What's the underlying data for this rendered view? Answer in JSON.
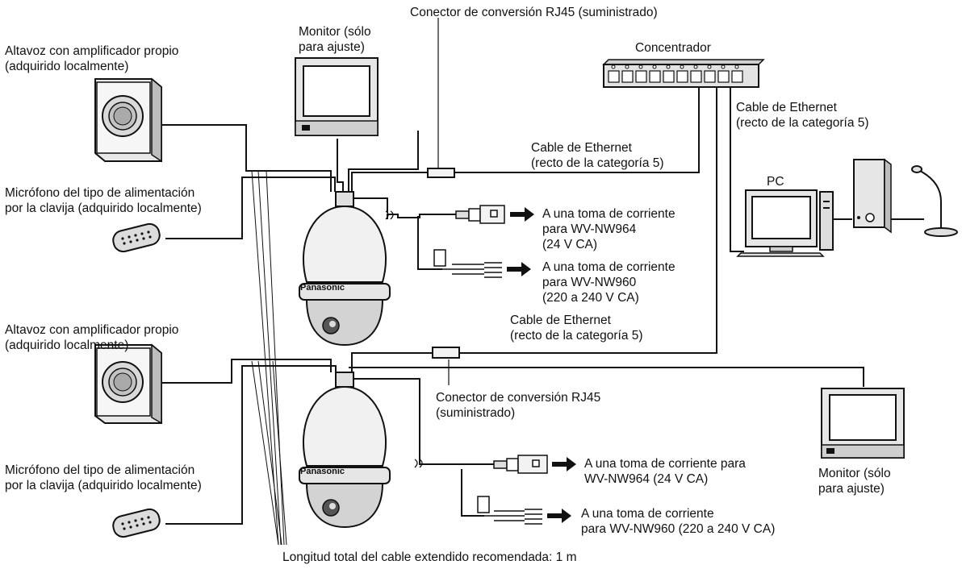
{
  "labels": {
    "rj45_top": "Conector de conversión RJ45 (suministrado)",
    "monitor_top": [
      "Monitor (sólo",
      "para ajuste)"
    ],
    "speaker_top": [
      "Altavoz con amplificador propio",
      "(adquirido localmente)"
    ],
    "hub": "Concentrador",
    "ethernet_hub_pc": [
      "Cable de Ethernet",
      "(recto de la categoría 5)"
    ],
    "ethernet_top": [
      "Cable de Ethernet",
      "(recto de la categoría 5)"
    ],
    "mic_top": [
      "Micrófono del tipo de alimentación",
      "por la clavija (adquirido localmente)"
    ],
    "pc": "PC",
    "power_nw964_top": [
      "A una toma de corriente",
      "para WV-NW964",
      "(24 V CA)"
    ],
    "power_nw960_top": [
      "A una toma de corriente",
      "para WV-NW960",
      "(220 a 240 V CA)"
    ],
    "ethernet_bottom": [
      "Cable de Ethernet",
      "(recto de la categoría 5)"
    ],
    "speaker_bottom": [
      "Altavoz con amplificador propio",
      "(adquirido localmente)"
    ],
    "rj45_bottom": [
      "Conector de conversión RJ45",
      "(suministrado)"
    ],
    "mic_bottom": [
      "Micrófono del tipo de alimentación",
      "por la clavija (adquirido localmente)"
    ],
    "power_nw964_bottom": [
      "A una toma de corriente para",
      "WV-NW964 (24 V CA)"
    ],
    "power_nw960_bottom": [
      "A una toma de corriente",
      "para WV-NW960 (220 a 240 V CA)"
    ],
    "monitor_bottom": [
      "Monitor (sólo",
      "para ajuste)"
    ],
    "cable_length": "Longitud total del cable extendido recomendada: 1 m"
  },
  "camera_brand": "Panasonic",
  "colors": {
    "line": "#111111",
    "device_fill": "#f2f2f2",
    "screen_fill": "#ffffff"
  },
  "icons": [
    "speaker-icon",
    "microphone-icon",
    "dome-camera-icon",
    "monitor-icon",
    "hub-icon",
    "pc-icon",
    "power-plug-icon",
    "arrow-right-icon"
  ]
}
